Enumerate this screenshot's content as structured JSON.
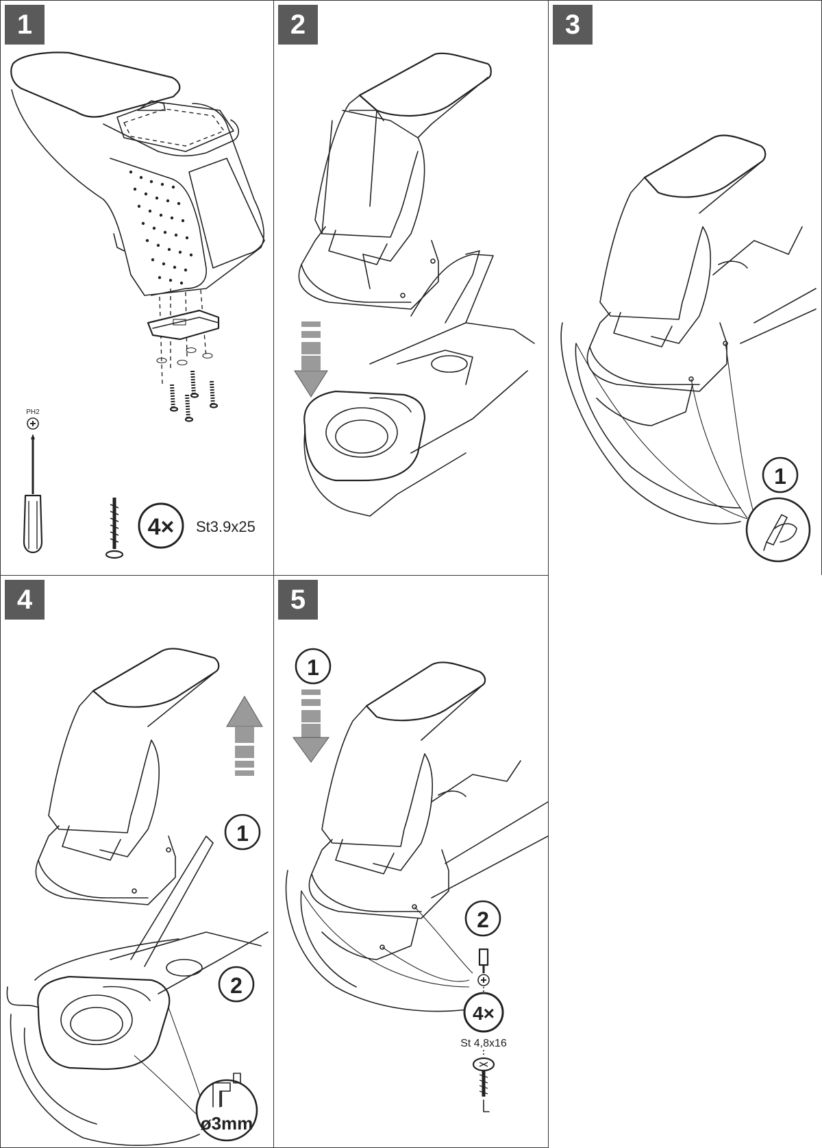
{
  "steps": [
    {
      "number": "1",
      "label": "step-1"
    },
    {
      "number": "2",
      "label": "step-2"
    },
    {
      "number": "3",
      "label": "step-3"
    },
    {
      "number": "4",
      "label": "step-4"
    },
    {
      "number": "5",
      "label": "step-5"
    }
  ],
  "step1": {
    "tool_label": "PH2",
    "screw_count": "4×",
    "screw_spec": "St3.9x25"
  },
  "step3": {
    "callout_1": "1"
  },
  "step4": {
    "callout_1": "1",
    "callout_2": "2",
    "drill_size": "ø3mm"
  },
  "step5": {
    "callout_1": "1",
    "callout_2": "2",
    "screw_count": "4×",
    "screw_spec": "St 4,8x16"
  },
  "colors": {
    "badge": "#5a5a5a",
    "arrow": "#9a9a9a",
    "line": "#222222"
  }
}
